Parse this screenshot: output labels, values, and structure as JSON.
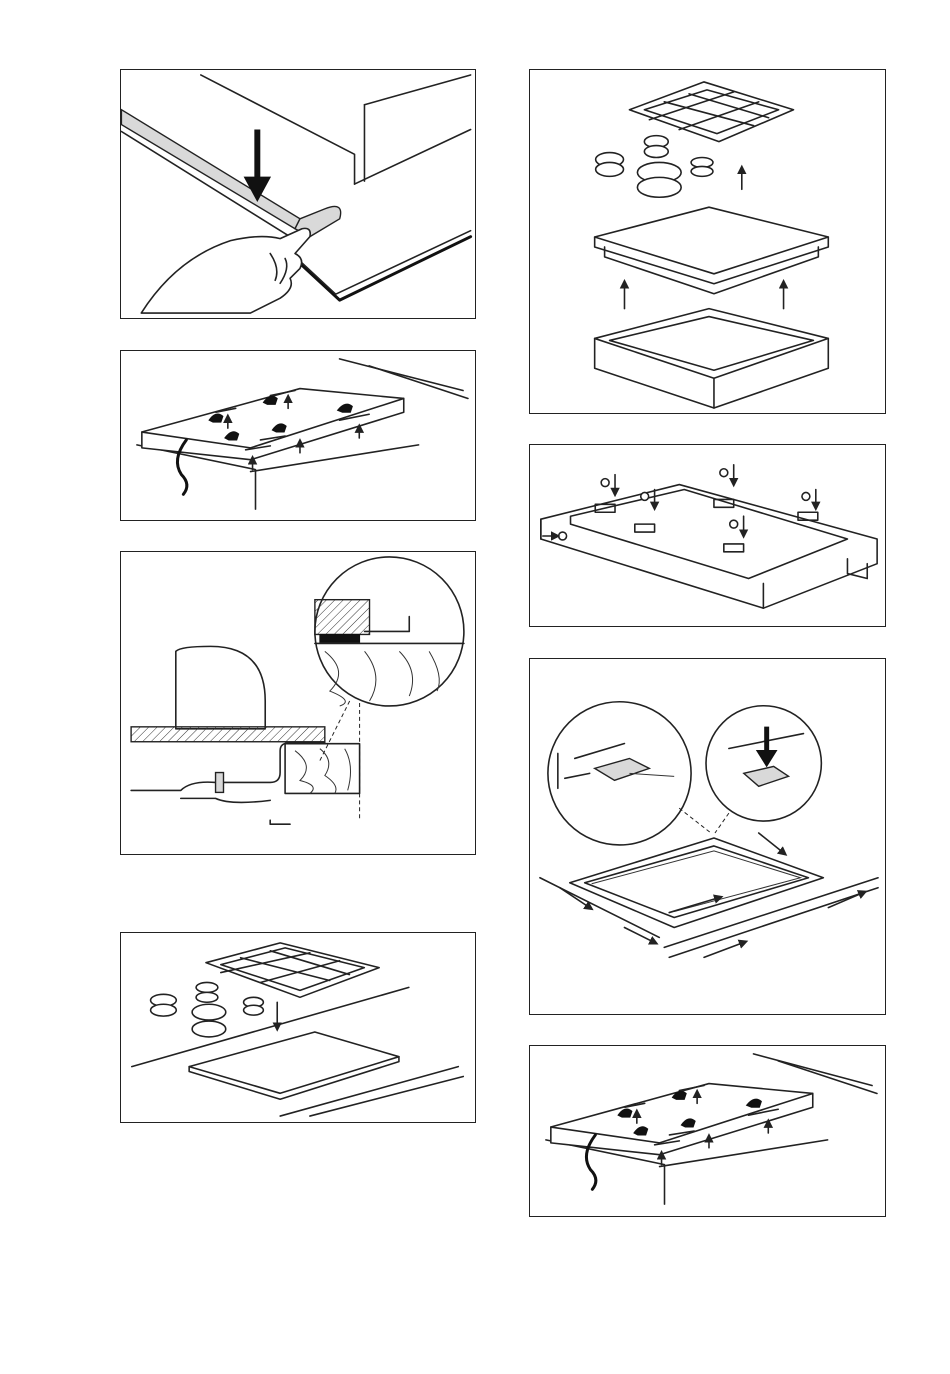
{
  "document": {
    "type": "installation-instructions",
    "figures": [
      {
        "id": "fig-1",
        "icon": "seal-strip-application-illustration"
      },
      {
        "id": "fig-2",
        "icon": "fixing-brackets-underside-illustration"
      },
      {
        "id": "fig-3",
        "icon": "clamp-cross-section-illustration"
      },
      {
        "id": "fig-4",
        "icon": "place-hob-in-cutout-illustration"
      },
      {
        "id": "fig-5",
        "icon": "remove-pan-supports-and-hob-illustration"
      },
      {
        "id": "fig-6",
        "icon": "screw-brackets-illustration"
      },
      {
        "id": "fig-7",
        "icon": "cutout-dimensions-illustration"
      },
      {
        "id": "fig-8",
        "icon": "fixing-brackets-underside-repeat-illustration"
      }
    ]
  }
}
